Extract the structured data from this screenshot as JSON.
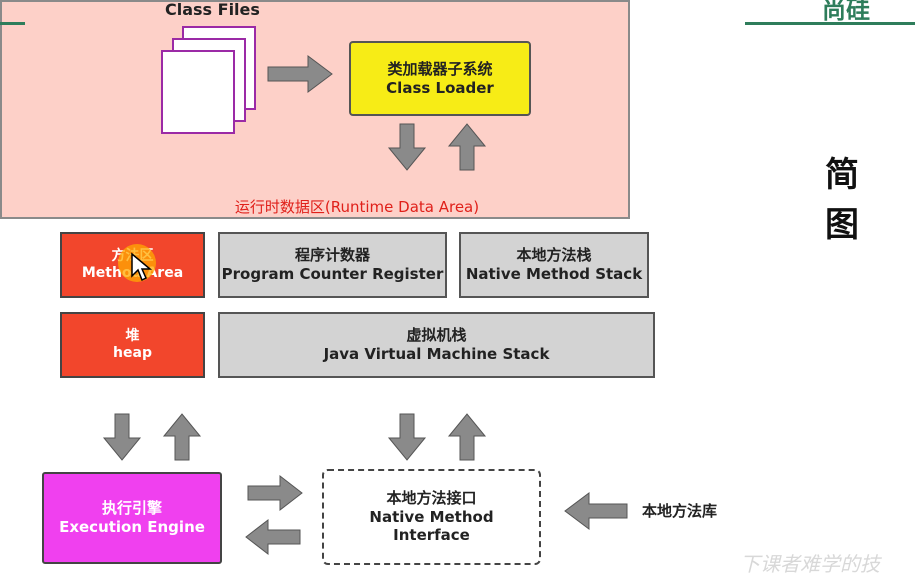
{
  "class_files": {
    "label": "Class Files"
  },
  "class_loader": {
    "title_cn": "类加载器子系统",
    "title_en": "Class Loader"
  },
  "runtime_data_area": {
    "title": "运行时数据区(Runtime Data Area)",
    "method_area": {
      "cn": "方法区",
      "en": "Method Area"
    },
    "program_counter": {
      "cn": "程序计数器",
      "en": "Program Counter Register"
    },
    "native_method_stack": {
      "cn": "本地方法栈",
      "en": "Native Method Stack"
    },
    "heap": {
      "cn": "堆",
      "en": "heap"
    },
    "jvm_stack": {
      "cn": "虚拟机栈",
      "en": "Java Virtual Machine Stack"
    }
  },
  "execution_engine": {
    "cn": "执行引擎",
    "en": "Execution Engine"
  },
  "native_interface": {
    "cn": "本地方法接口",
    "en_line1": "Native Method",
    "en_line2": "Interface"
  },
  "native_library": {
    "label": "本地方法库"
  },
  "side_title": {
    "line1": "简",
    "line2": "图"
  },
  "logo": {
    "text": "尚硅"
  },
  "watermark": {
    "text": "下课者难学的技"
  },
  "colors": {
    "loader": "#f7ec16",
    "runtime_bg": "#fdd0c8",
    "red_box": "#f2462c",
    "gray_box": "#d3d3d3",
    "engine": "#f040ef",
    "arrow": "#8a8a8a",
    "page_border": "#9b2aa6"
  }
}
